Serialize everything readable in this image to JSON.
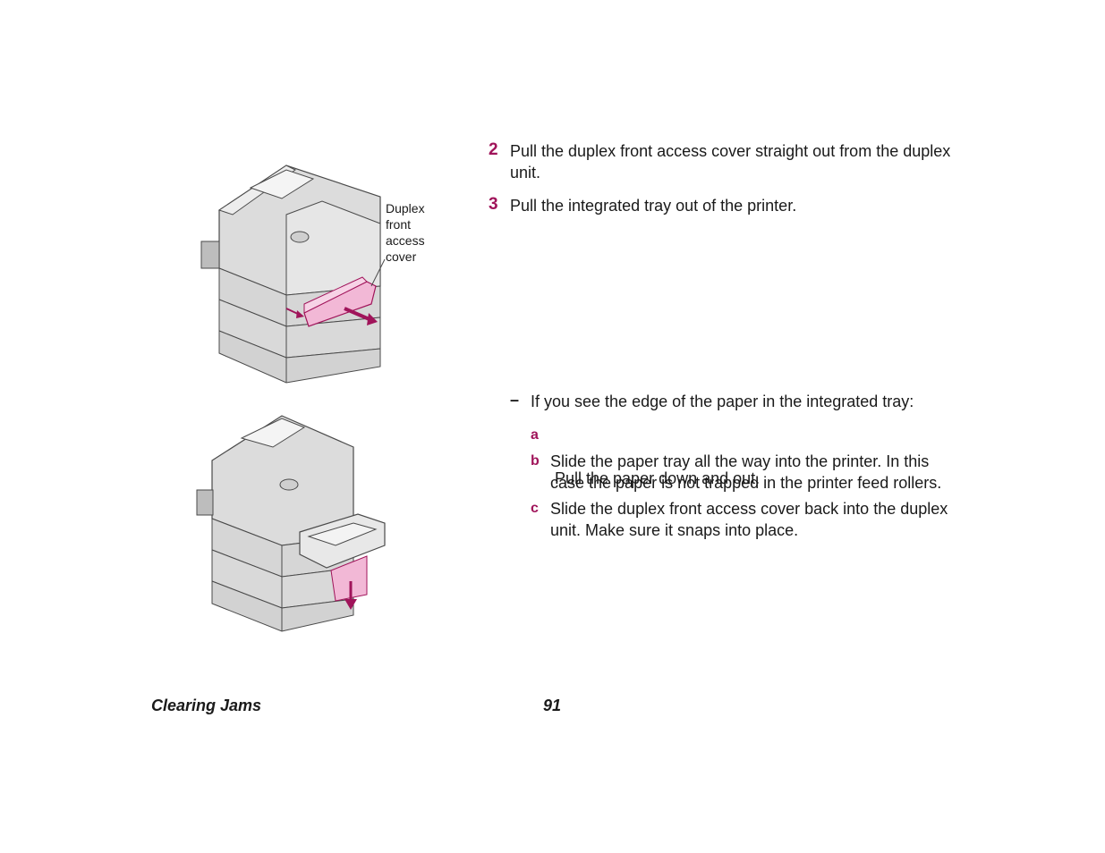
{
  "illustration_top": {
    "callout": [
      "Duplex",
      "front",
      "access",
      "cover"
    ]
  },
  "steps": [
    {
      "number": "2",
      "text_line1": "Pull the duplex front access cover straight out from the duplex",
      "text_line2": "unit."
    },
    {
      "number": "3",
      "text": "Pull the integrated tray out of the printer."
    }
  ],
  "sub": {
    "dash": "–",
    "text": "If you see the edge of the paper in the integrated tray:",
    "items": [
      {
        "letter": "a",
        "line1": " Pull the paper down and out.",
        "line2": ""
      },
      {
        "letter": "b",
        "line1": "Slide the paper tray all the way into the printer. In this",
        "line2": "case the paper is not trapped in the printer feed rollers."
      },
      {
        "letter": "c",
        "line1": "Slide the duplex front access cover back into the duplex",
        "line2": "unit. Make sure it snaps into place."
      }
    ]
  },
  "footer": {
    "section": "Clearing Jams",
    "page": "91"
  },
  "colors": {
    "accent": "#a0145a",
    "printer_fill": "#d9d9d9",
    "printer_stroke": "#4a4a4a",
    "highlight_pink": "#f2b8d6"
  }
}
